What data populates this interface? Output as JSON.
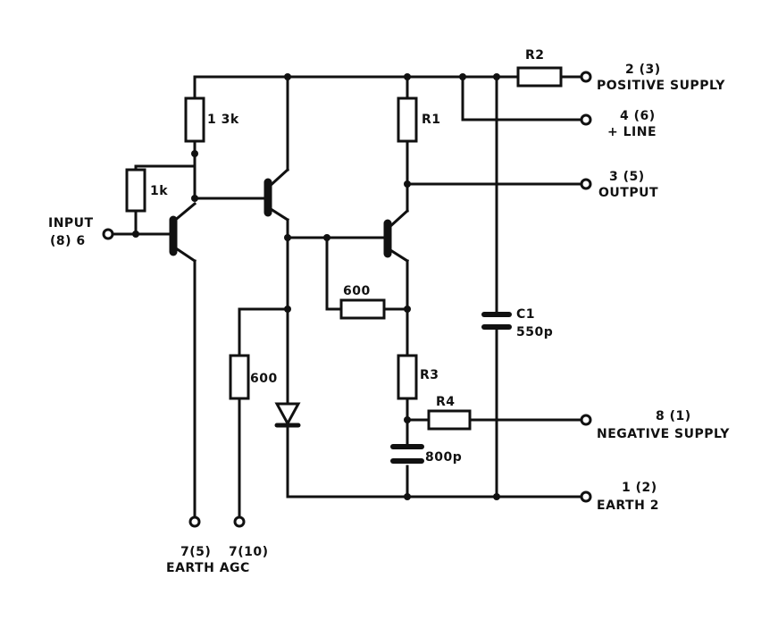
{
  "labels": {
    "r_13k": "1 3k",
    "r_1k": "1k",
    "r1": "R1",
    "r2": "R2",
    "r3": "R3",
    "r4": "R4",
    "r_600_h": "600",
    "r_600_v": "600",
    "c1_name": "C1",
    "c1_value": "550p",
    "c_800p": "800p"
  },
  "terminals": {
    "positive_supply_pins": "2 (3)",
    "positive_supply": "POSITIVE SUPPLY",
    "plus_line_pins": "4 (6)",
    "plus_line": "+ LINE",
    "output_pins": "3 (5)",
    "output": "OUTPUT",
    "input": "INPUT",
    "input_pins": "(8) 6",
    "negative_supply_pins": "8 (1)",
    "negative_supply": "NEGATIVE SUPPLY",
    "earth2_pins": "1 (2)",
    "earth2": "EARTH 2",
    "earth_pins": "7(5)",
    "agc_pins": "7(10)",
    "earth_agc": "EARTH AGC"
  }
}
